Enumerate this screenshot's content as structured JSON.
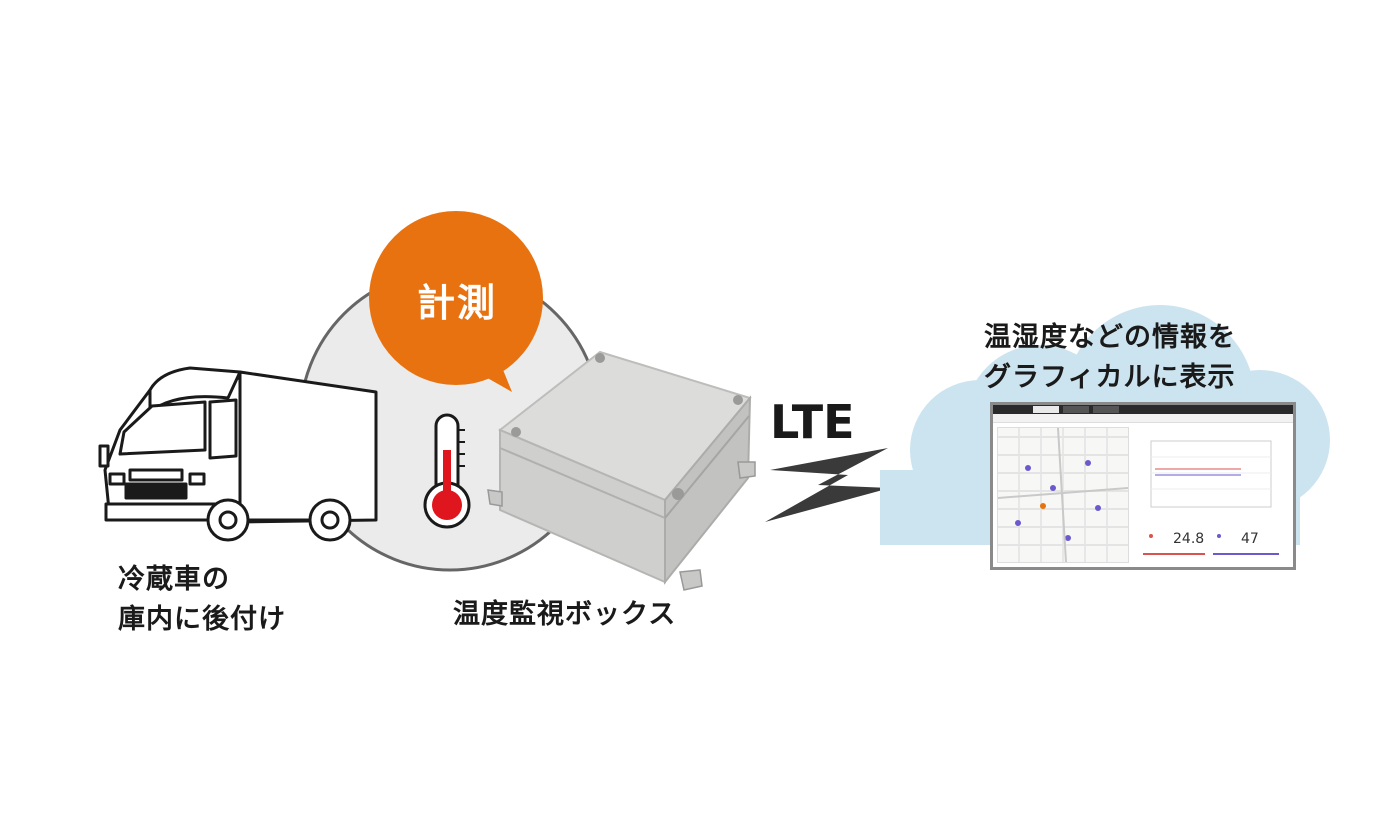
{
  "truck": {
    "caption_line1": "冷蔵車の",
    "caption_line2": "庫内に後付け"
  },
  "measure_bubble": {
    "label": "計測",
    "color": "#e8720f"
  },
  "box": {
    "caption": "温度監視ボックス"
  },
  "link": {
    "label": "LTE"
  },
  "display": {
    "caption_line1": "温湿度などの情報を",
    "caption_line2": "グラフィカルに表示",
    "cloud_color": "#cce4f0",
    "temperature_value": "24.8",
    "humidity_value": "47",
    "temperature_color": "#d9534f",
    "humidity_color": "#6a5acd"
  }
}
